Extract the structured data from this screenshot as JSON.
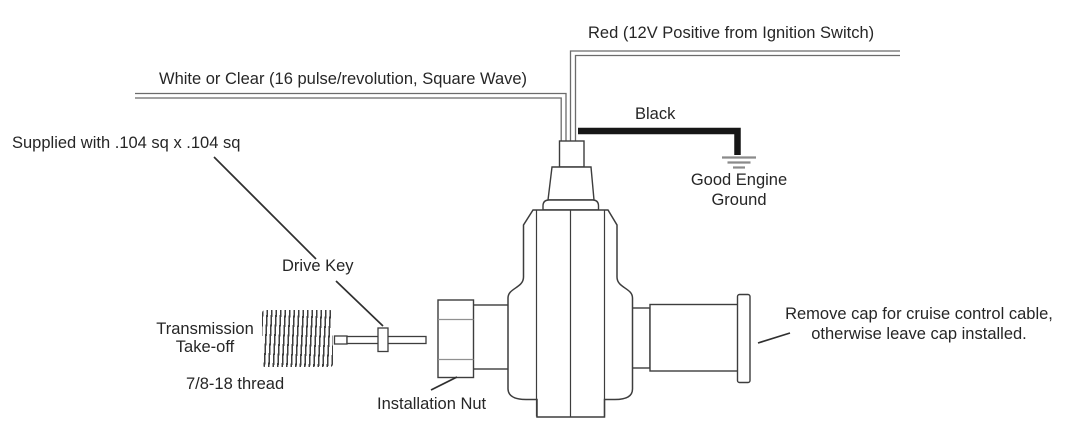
{
  "labels": {
    "red_wire": "Red (12V Positive from Ignition Switch)",
    "white_wire": "White or Clear (16 pulse/revolution, Square Wave)",
    "black_wire": "Black",
    "ground_line1": "Good Engine",
    "ground_line2": "Ground",
    "supplied": "Supplied with .104 sq x .104 sq",
    "drive_key": "Drive Key",
    "transmission_line1": "Transmission",
    "transmission_line2": "Take-off",
    "thread": "7/8-18 thread",
    "installation_nut": "Installation Nut",
    "cap_note_line1": "Remove cap for cruise control cable,",
    "cap_note_line2": "otherwise leave cap installed."
  },
  "colors": {
    "background": "#ffffff",
    "outline": "#3d3d3d",
    "wire_gray": "#6b6b6b",
    "black_wire": "#161616",
    "ground_symbol": "#8a8a8a",
    "text": "#262626"
  }
}
